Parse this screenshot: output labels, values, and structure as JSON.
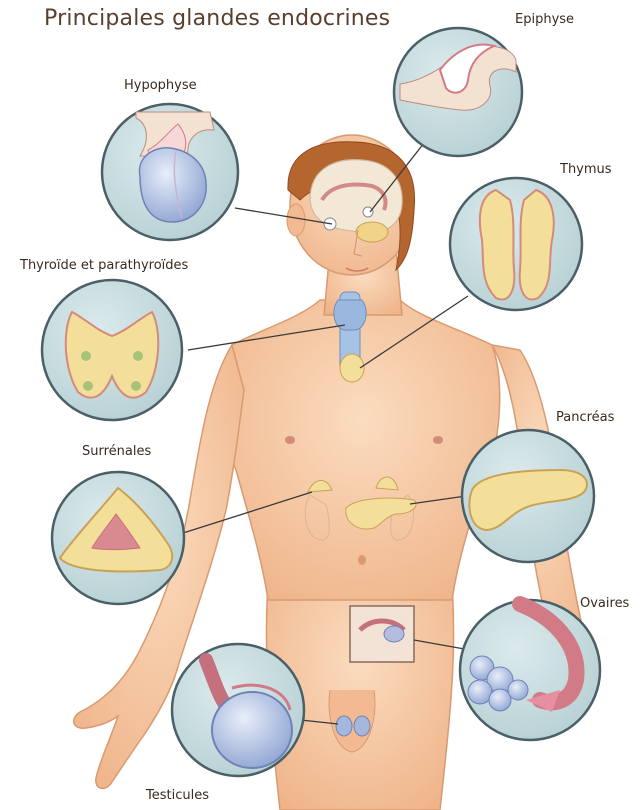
{
  "diagram": {
    "title": "Principales glandes endocrines",
    "labels": {
      "epiphyse": "Epiphyse",
      "hypophyse": "Hypophyse",
      "thymus": "Thymus",
      "thyroide": "Thyroïde et parathyroïdes",
      "pancreas": "Pancréas",
      "surrenales": "Surrénales",
      "ovaires": "Ovaires",
      "testicules": "Testicules"
    },
    "colors": {
      "skin": "#f6c9a2",
      "skin_shadow": "#e7a57b",
      "inset_bg": "#c9dde0",
      "gland_yellow": "#f4df9a",
      "hair": "#b5652e",
      "blue": "#9fb4d8",
      "pink": "#d27b86"
    }
  }
}
